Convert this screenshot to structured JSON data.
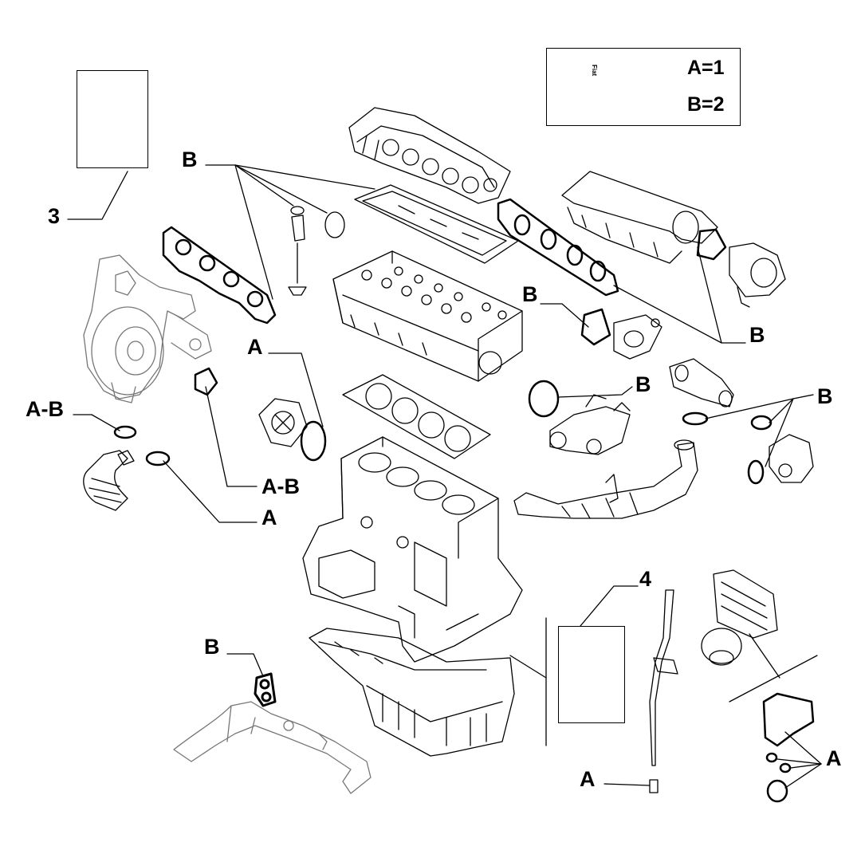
{
  "legend": {
    "entry_a": "A=1",
    "entry_b": "B=2",
    "can_label": "Fiat"
  },
  "callouts": {
    "kit_3": "3",
    "kit_4": "4",
    "b_top": "B",
    "b_water_pump": "B",
    "b_intake_right": "B",
    "b_thermostat": "B",
    "b_egr_right": "B",
    "b_coolant_pipe": "B",
    "a_water_pump": "A",
    "a_b_left": "A-B",
    "a_b_center": "A-B",
    "a_turbo_pipe": "A",
    "a_dipstick": "A",
    "a_oil_cooler": "A"
  }
}
